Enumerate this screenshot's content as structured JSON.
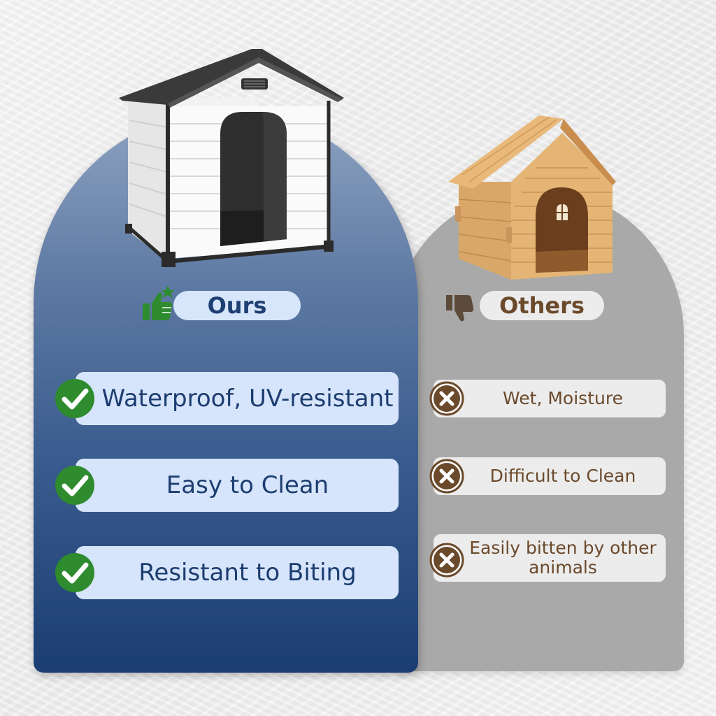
{
  "ours": {
    "label": "Ours",
    "features": [
      "Waterproof, UV-resistant",
      "Easy to Clean",
      "Resistant to Biting"
    ]
  },
  "others": {
    "label": "Others",
    "features": [
      "Wet, Moisture",
      "Difficult to Clean",
      "Easily bitten by other animals"
    ]
  },
  "colors": {
    "ours_panel": "#3b5d8f",
    "others_panel": "#a9a9a9",
    "ours_text": "#1d3d70",
    "others_text": "#6b4a2b",
    "check_green": "#2e8b2e",
    "x_brown": "#6b4a2b"
  },
  "icons": {
    "ours_header": "thumbs-up-icon",
    "others_header": "thumbs-down-icon",
    "ours_item": "check-icon",
    "others_item": "x-icon"
  }
}
